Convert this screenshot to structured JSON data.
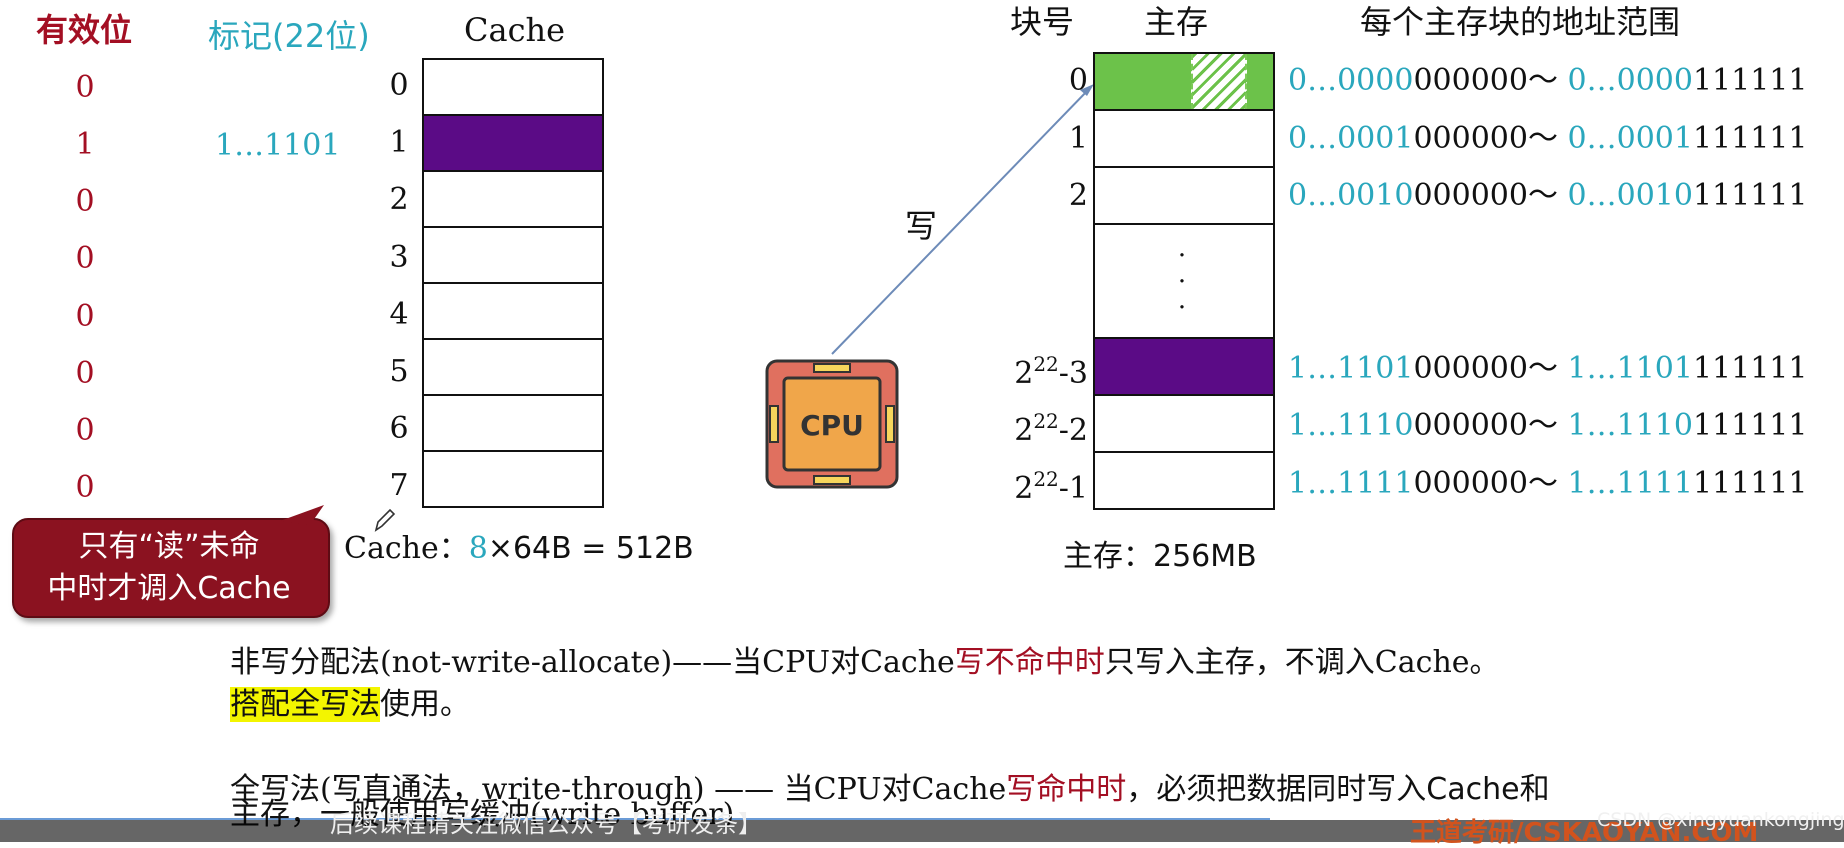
{
  "headers": {
    "valid_bit": "有效位",
    "tag": "标记(22位)",
    "cache": "Cache",
    "block_no": "块号",
    "main_memory": "主存",
    "address_range": "每个主存块的地址范围"
  },
  "cache": {
    "valid_bits": [
      "0",
      "1",
      "0",
      "0",
      "0",
      "0",
      "0",
      "0"
    ],
    "line_numbers": [
      "0",
      "1",
      "2",
      "3",
      "4",
      "5",
      "6",
      "7"
    ],
    "tag_row1": "1…1101",
    "size_prefix": "Cache：",
    "size_count": "8",
    "size_rest": "×64B = 512B"
  },
  "memory": {
    "blocks": [
      {
        "no": "0"
      },
      {
        "no": "1"
      },
      {
        "no": "2"
      },
      {
        "base": "2",
        "sup": "22",
        "suffix": "-3"
      },
      {
        "base": "2",
        "sup": "22",
        "suffix": "-2"
      },
      {
        "base": "2",
        "sup": "22",
        "suffix": "-1"
      }
    ],
    "ellipsis": "·\n·\n·",
    "size_label": "主存：256MB",
    "ranges": [
      {
        "a_cyan": "0…0000",
        "a_dark": "000000",
        "sep": "～ ",
        "b_cyan": "0…0000",
        "b_dark": "111111"
      },
      {
        "a_cyan": "0…0001",
        "a_dark": "000000",
        "sep": "～ ",
        "b_cyan": "0…0001",
        "b_dark": "111111"
      },
      {
        "a_cyan": "0…0010",
        "a_dark": "000000",
        "sep": "～ ",
        "b_cyan": "0…0010",
        "b_dark": "111111"
      },
      {
        "a_cyan": "1…1101",
        "a_dark": "000000",
        "sep": "～ ",
        "b_cyan": "1…1101",
        "b_dark": "111111"
      },
      {
        "a_cyan": "1…1110",
        "a_dark": "000000",
        "sep": "～ ",
        "b_cyan": "1…1110",
        "b_dark": "111111"
      },
      {
        "a_cyan": "1…1111",
        "a_dark": "000000",
        "sep": "～ ",
        "b_cyan": "1…1111",
        "b_dark": "111111"
      }
    ]
  },
  "cpu": {
    "label": "CPU"
  },
  "arrow_label": "写",
  "callout": {
    "line1": "只有“读”未命",
    "line2": "中时才调入Cache"
  },
  "paragraphs": {
    "p1_a": "非写分配法(not-write-allocate)——当CPU对Cache",
    "p1_red": "写不命中时",
    "p1_b": "只写入主存，不调入Cache。",
    "p2_hl": "搭配全写法",
    "p2_b": "使用。",
    "p3_a": "全写法(写直通法，write-through) —— 当CPU对Cache",
    "p3_red": "写命中时",
    "p3_b": "，必须把数据同时写入Cache和",
    "p4": "主存，一般使用写缓冲(write buffer)"
  },
  "overlay_subtitle": "后续课程请关注微信公众号【考研发条】",
  "watermark": "CSDN @xingyuankongjing",
  "logo_partial": "王道考研/CSKAOYAN.COM",
  "colors": {
    "valid_red": "#a30f23",
    "tag_cyan": "#2aa7bd",
    "hit_purple": "#5b0b86",
    "block_green": "#6cc24a",
    "callout_red": "#8b1220",
    "cpu_orange": "#f0a64a",
    "cpu_red": "#e0705f",
    "highlight_yellow": "#f3f500"
  }
}
